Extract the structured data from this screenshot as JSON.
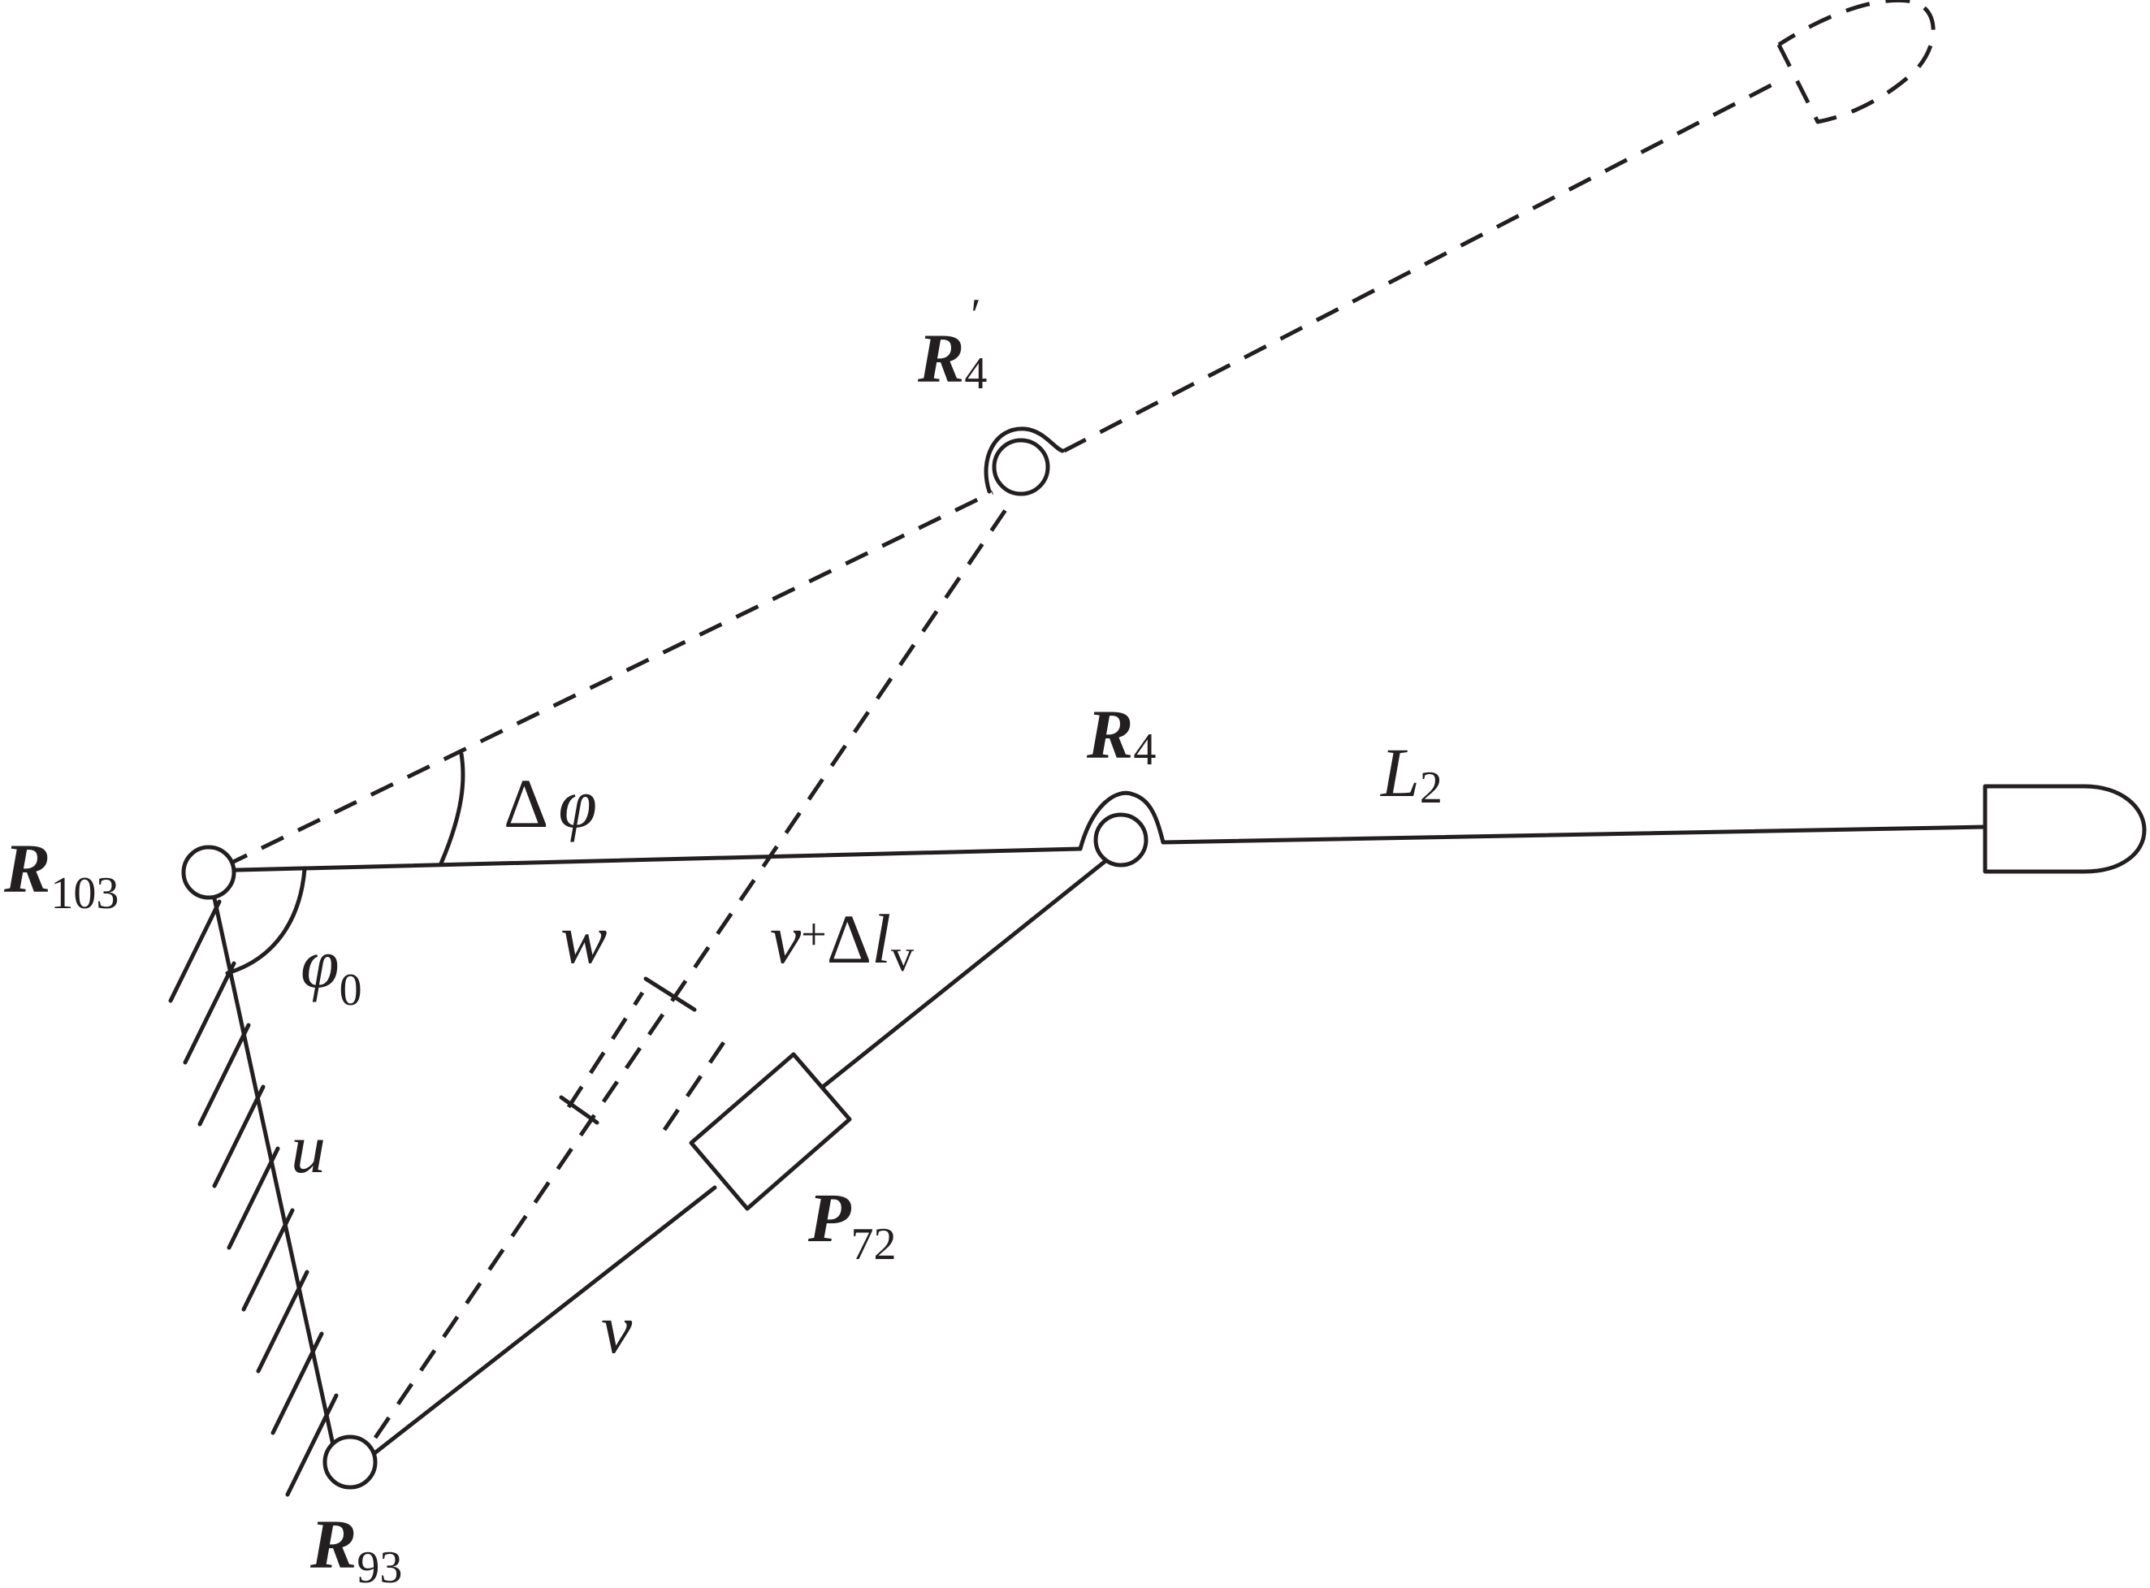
{
  "labels": {
    "r103": {
      "main": "R",
      "sub": "103"
    },
    "r93": {
      "main": "R",
      "sub": "93"
    },
    "r4": {
      "main": "R",
      "sub": "4"
    },
    "r4p": {
      "main": "R",
      "sub": "4",
      "prime": "′"
    },
    "p72": {
      "main": "P",
      "sub": "72"
    },
    "l2": {
      "main": "L",
      "sub": "2"
    },
    "dphi": {
      "delta": "Δ",
      "phi": "φ"
    },
    "phi0": {
      "main": "φ",
      "sub": "0"
    },
    "u": "u",
    "w": "w",
    "v": "v",
    "vdl": {
      "v": "v",
      "plus": "+",
      "delta": "Δ",
      "l": "l",
      "sub": "v"
    }
  }
}
